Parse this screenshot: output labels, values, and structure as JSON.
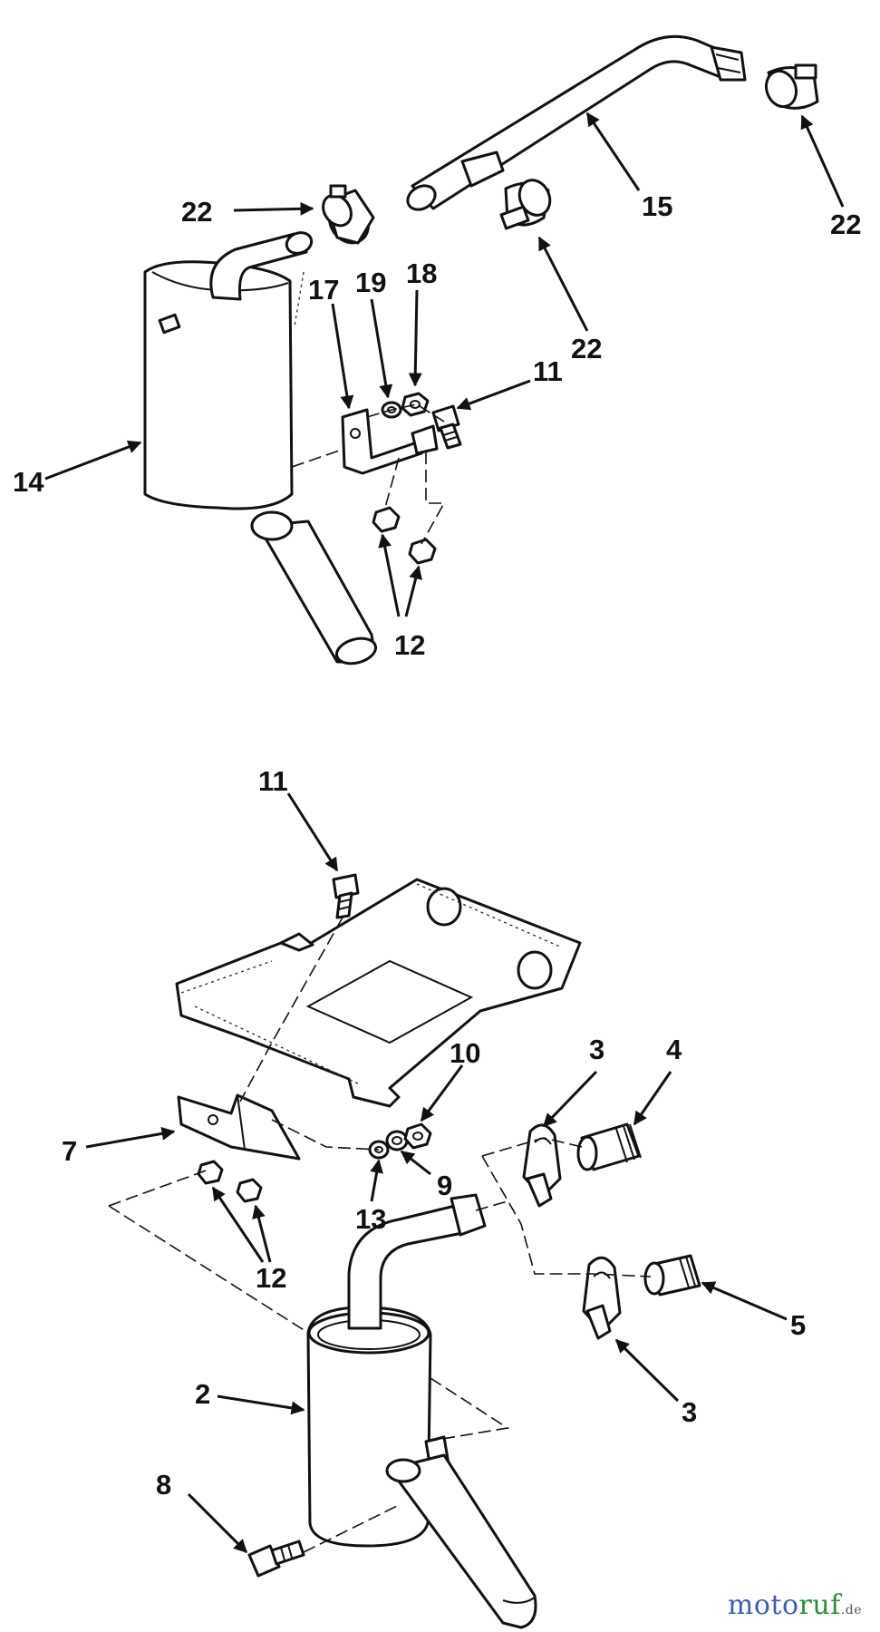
{
  "top_assembly": {
    "labels": {
      "l22a": "22",
      "l22b": "22",
      "l22c": "22",
      "l15": "15",
      "l17": "17",
      "l19": "19",
      "l18": "18",
      "l11": "11",
      "l14": "14",
      "l12": "12"
    }
  },
  "bottom_assembly": {
    "labels": {
      "l11": "11",
      "l10": "10",
      "l3a": "3",
      "l4": "4",
      "l7": "7",
      "l9": "9",
      "l13": "13",
      "l12": "12",
      "l5": "5",
      "l2": "2",
      "l3b": "3",
      "l8": "8"
    }
  },
  "watermark": {
    "brand_a": "moto",
    "brand_b": "ruf",
    "suffix": ".de"
  }
}
